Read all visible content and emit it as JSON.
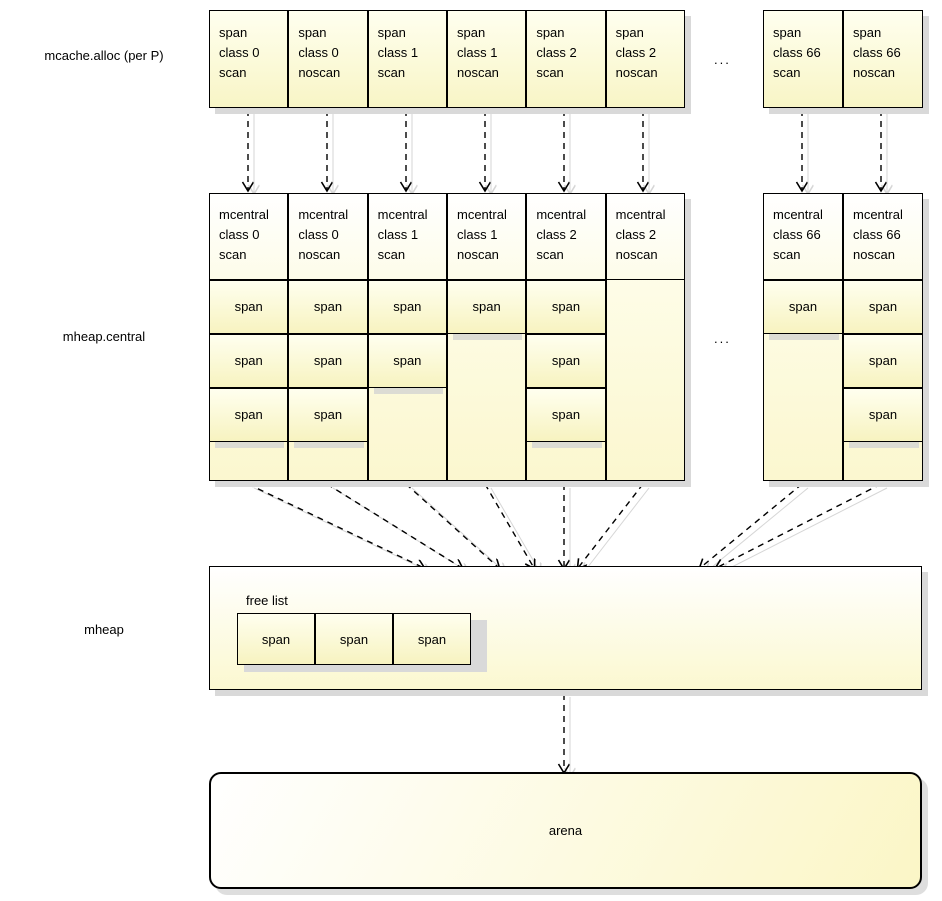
{
  "diagram": {
    "title": "Go runtime memory allocator structure",
    "colors": {
      "box_fill": "#fbfbdc",
      "box_fill_light": "#ffffef",
      "box_border": "#000000",
      "shadow": "#d9d9d9",
      "arrow": "#000000",
      "arrow_ghost": "#d6d6d6"
    }
  },
  "rows": {
    "mcache_label": "mcache.alloc (per P)",
    "mcentral_label": "mheap.central",
    "mheap_label": "mheap"
  },
  "ellipsis": {
    "mcache": "...",
    "mcentral": "..."
  },
  "mcache": {
    "cells": [
      {
        "line1": "span",
        "line2": "class 0",
        "line3": "scan"
      },
      {
        "line1": "span",
        "line2": "class 0",
        "line3": "noscan"
      },
      {
        "line1": "span",
        "line2": "class 1",
        "line3": "scan"
      },
      {
        "line1": "span",
        "line2": "class 1",
        "line3": "noscan"
      },
      {
        "line1": "span",
        "line2": "class 2",
        "line3": "scan"
      },
      {
        "line1": "span",
        "line2": "class 2",
        "line3": "noscan"
      },
      {
        "line1": "span",
        "line2": "class 66",
        "line3": "scan"
      },
      {
        "line1": "span",
        "line2": "class 66",
        "line3": "noscan"
      }
    ]
  },
  "mcentral": {
    "columns": [
      {
        "line1": "mcentral",
        "line2": "class 0",
        "line3": "scan",
        "span_label": "span",
        "span_count": 3
      },
      {
        "line1": "mcentral",
        "line2": "class 0",
        "line3": "noscan",
        "span_label": "span",
        "span_count": 3
      },
      {
        "line1": "mcentral",
        "line2": "class 1",
        "line3": "scan",
        "span_label": "span",
        "span_count": 2
      },
      {
        "line1": "mcentral",
        "line2": "class 1",
        "line3": "noscan",
        "span_label": "span",
        "span_count": 1
      },
      {
        "line1": "mcentral",
        "line2": "class 2",
        "line3": "scan",
        "span_label": "span",
        "span_count": 3
      },
      {
        "line1": "mcentral",
        "line2": "class 2",
        "line3": "noscan",
        "span_label": "span",
        "span_count": 0
      },
      {
        "line1": "mcentral",
        "line2": "class 66",
        "line3": "scan",
        "span_label": "span",
        "span_count": 1
      },
      {
        "line1": "mcentral",
        "line2": "class 66",
        "line3": "noscan",
        "span_label": "span",
        "span_count": 3
      }
    ]
  },
  "mheap": {
    "free_list_label": "free list",
    "free_list_spans": [
      "span",
      "span",
      "span"
    ]
  },
  "arena": {
    "label": "arena"
  }
}
